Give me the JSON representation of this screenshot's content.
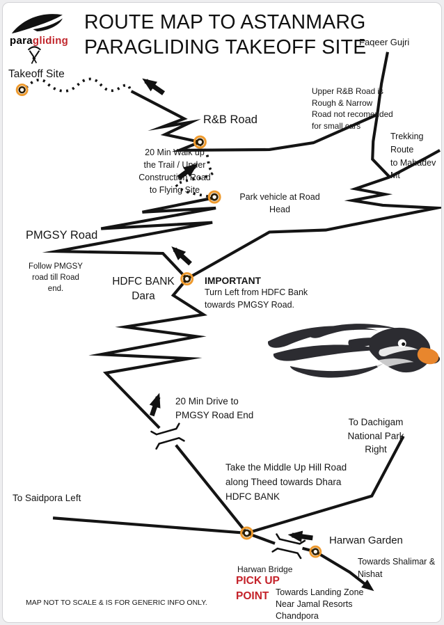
{
  "page": {
    "disclaimer": "MAP NOT TO SCALE & IS FOR GENERIC INFO ONLY."
  },
  "logo": {
    "brand_black": "para",
    "brand_red": "gliding"
  },
  "title": "ROUTE MAP TO ASTANMARG\nPARAGLIDING TAKEOFF SITE",
  "labels": {
    "faqeer_gujri": "Faqeer Gujri",
    "takeoff_site": "Takeoff Site",
    "upper_rb_note": "Upper R&B Road is\nRough & Narrow\nRoad not recomended\nfor small cars",
    "rb_road": "R&B Road",
    "trekking_route": "Trekking Route\nto Mahadev Mt",
    "walk_note": "20  Min Walk up\nthe Trail / Under\nConstruction Road\nto Flying Site",
    "park_note": "Park vehicle at Road\nHead",
    "pmgsy_road": "PMGSY Road",
    "follow_note": "Follow PMGSY\nroad till Road\nend.",
    "hdfc_bank": "HDFC BANK\nDara",
    "important_title": "IMPORTANT",
    "important_body": "Turn Left from HDFC Bank\ntowards PMGSY Road.",
    "drive_note": "20 Min Drive to\nPMGSY Road End",
    "dachigam": "To Dachigam\nNational Park\nRight",
    "middle_road_note": "Take the Middle Up Hill Road\nalong Theed towards Dhara\nHDFC BANK",
    "saidpora": "To Saidpora Left",
    "harwan_garden": "Harwan Garden",
    "shalimar": "Towards Shalimar &\nNishat",
    "harwan_bridge": "Harwan Bridge",
    "pickup_point": "PICK UP\nPOINT",
    "landing_zone": "Towards Landing Zone\nNear Jamal Resorts\nChandpora"
  },
  "colors": {
    "road_black": "#141414",
    "marker_orange": "#ee9a2e",
    "logo_red": "#c1272d",
    "pickup_red": "#c42129",
    "eagle_dark": "#2c2c31",
    "beak_orange": "#e8862d"
  },
  "markers": [
    "takeoff-site-marker",
    "rb-road-head-marker",
    "park-vehicle-marker",
    "hdfc-bank-junction-marker",
    "harwan-junction-marker",
    "harwan-bridge-east-marker"
  ]
}
